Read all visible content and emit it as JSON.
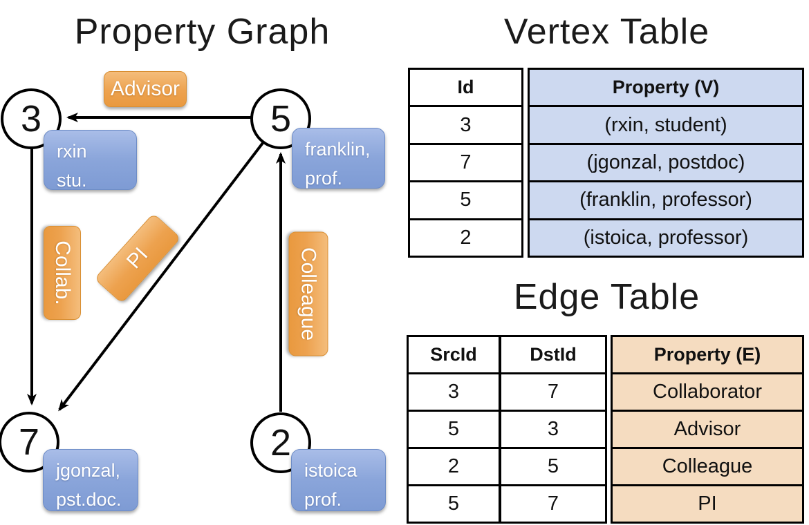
{
  "graph": {
    "title": "Property Graph",
    "nodes": {
      "n3": {
        "id": "3",
        "prop_line1": "rxin",
        "prop_line2": "stu."
      },
      "n5": {
        "id": "5",
        "prop_line1": "franklin,",
        "prop_line2": "prof."
      },
      "n7": {
        "id": "7",
        "prop_line1": "jgonzal,",
        "prop_line2": "pst.doc."
      },
      "n2": {
        "id": "2",
        "prop_line1": "istoica",
        "prop_line2": "prof."
      }
    },
    "edges": {
      "advisor": {
        "label": "Advisor",
        "from": "5",
        "to": "3"
      },
      "collab": {
        "label": "Collab.",
        "from": "3",
        "to": "7"
      },
      "pi": {
        "label": "PI",
        "from": "5",
        "to": "7"
      },
      "colleague": {
        "label": "Colleague",
        "from": "2",
        "to": "5"
      }
    }
  },
  "vertex_table": {
    "title": "Vertex Table",
    "columns": {
      "id": "Id",
      "property": "Property (V)"
    },
    "rows": [
      [
        "3",
        "(rxin, student)"
      ],
      [
        "7",
        "(jgonzal, postdoc)"
      ],
      [
        "5",
        "(franklin, professor)"
      ],
      [
        "2",
        "(istoica, professor)"
      ]
    ]
  },
  "edge_table": {
    "title": "Edge Table",
    "columns": {
      "src": "SrcId",
      "dst": "DstId",
      "property": "Property (E)"
    },
    "rows": [
      [
        "3",
        "7",
        "Collaborator"
      ],
      [
        "5",
        "3",
        "Advisor"
      ],
      [
        "2",
        "5",
        "Colleague"
      ],
      [
        "5",
        "7",
        "PI"
      ]
    ]
  },
  "colors": {
    "vertex_property_fill": "#cdd9f0",
    "edge_property_fill": "#f5dcc0",
    "edge_label_orange": "#eda24f",
    "vertex_property_blue": "#8aa5da"
  }
}
